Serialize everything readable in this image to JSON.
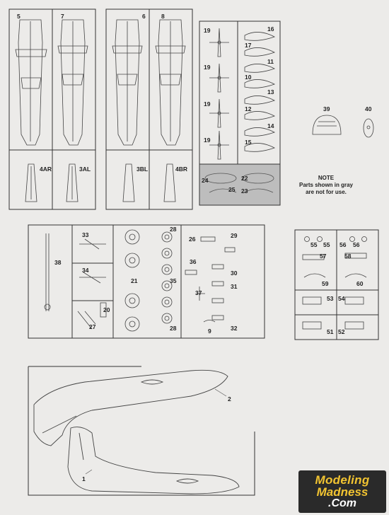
{
  "parts": {
    "p5": "5",
    "p7": "7",
    "p6": "6",
    "p8": "8",
    "p4AR": "4AR",
    "p3AL": "3AL",
    "p3BL": "3BL",
    "p4BR": "4BR",
    "p19a": "19",
    "p19b": "19",
    "p19c": "19",
    "p19d": "19",
    "p16": "16",
    "p17": "17",
    "p11": "11",
    "p10": "10",
    "p13": "13",
    "p12": "12",
    "p14": "14",
    "p15": "15",
    "p22": "22",
    "p24": "24",
    "p25": "25",
    "p23": "23",
    "p39": "39",
    "p40": "40",
    "p33": "33",
    "p34": "34",
    "p38": "38",
    "p20": "20",
    "p27": "27",
    "p28a": "28",
    "p28b": "28",
    "p21": "21",
    "p35": "35",
    "p26": "26",
    "p29": "29",
    "p36": "36",
    "p30": "30",
    "p31": "31",
    "p37": "37",
    "p9": "9",
    "p32": "32",
    "p55a": "55",
    "p55b": "55",
    "p56a": "56",
    "p56b": "56",
    "p57": "57",
    "p58": "58",
    "p59": "59",
    "p60": "60",
    "p53": "53",
    "p54": "54",
    "p51": "51",
    "p52": "52",
    "p2": "2",
    "p1": "1"
  },
  "note": {
    "title": "NOTE",
    "line1": "Parts shown in gray",
    "line2": "are not for use."
  },
  "watermark": {
    "line1": "Modeling",
    "line2": "Madness",
    "line3": ".Com"
  },
  "colors": {
    "background": "#ecebe9",
    "gray_parts": "#bdbdbd",
    "line": "#333333",
    "watermark_bg": "#2a2a2a",
    "watermark_text": "#f2c431"
  }
}
